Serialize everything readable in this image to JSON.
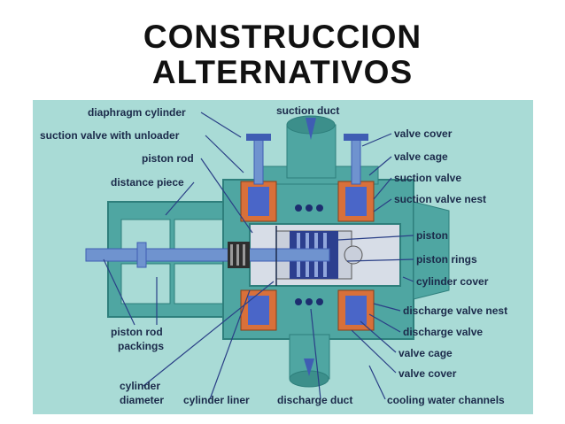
{
  "slide": {
    "title_line1": "CONSTRUCCION",
    "title_line2": "ALTERNATIVOS"
  },
  "colors": {
    "background": "#a9dbd6",
    "casing": "#4fa6a2",
    "casing_dark": "#2e7f7c",
    "valve_orange": "#d8703a",
    "valve_blue": "#4a66c8",
    "rod": "#6f93cf",
    "label": "#1b2a4a",
    "leader": "#2a3f86"
  },
  "labels": {
    "diaphragm_cylinder": "diaphragm cylinder",
    "suction_duct": "suction duct",
    "suction_valve_unloader": "suction valve with unloader",
    "piston_rod": "piston rod",
    "distance_piece": "distance piece",
    "valve_cover_top": "valve cover",
    "valve_cage_top": "valve cage",
    "suction_valve": "suction valve",
    "suction_valve_nest": "suction valve nest",
    "piston": "piston",
    "piston_rings": "piston rings",
    "cylinder_cover": "cylinder cover",
    "discharge_valve_nest": "discharge valve nest",
    "discharge_valve": "discharge valve",
    "valve_cage_bottom": "valve cage",
    "valve_cover_bottom": "valve cover",
    "piston_rod_packings_1": "piston rod",
    "piston_rod_packings_2": "packings",
    "cylinder_diameter_1": "cylinder",
    "cylinder_diameter_2": "diameter",
    "cylinder_liner": "cylinder liner",
    "discharge_duct": "discharge duct",
    "cooling_water_channels": "cooling water channels"
  }
}
